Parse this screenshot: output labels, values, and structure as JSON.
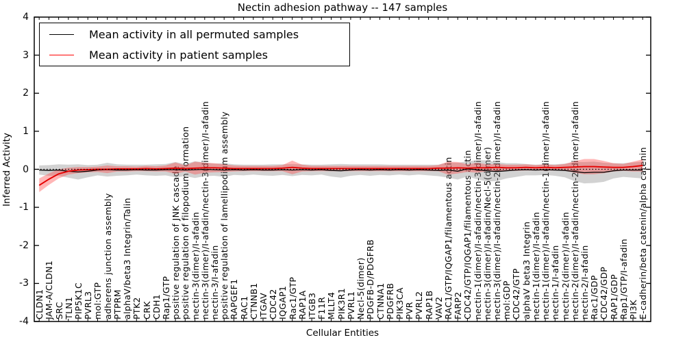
{
  "title": "Nectin adhesion pathway -- 147 samples",
  "axes": {
    "xlabel": "Cellular Entities",
    "ylabel": "Inferred Activity",
    "ytick_labels": [
      "4",
      "3",
      "2",
      "1",
      "0",
      "-1",
      "-2",
      "-3",
      "-4"
    ]
  },
  "legend": {
    "entries": [
      {
        "label": "Mean activity in all permuted samples",
        "color": "#000000"
      },
      {
        "label": "Mean activity in patient samples",
        "color": "#ff0000"
      }
    ]
  },
  "chart_data": {
    "type": "line",
    "title": "Nectin adhesion pathway -- 147 samples",
    "xlabel": "Cellular Entities",
    "ylabel": "Inferred Activity",
    "ylim": [
      -4,
      4
    ],
    "yticks": [
      4,
      3,
      2,
      1,
      0,
      -1,
      -2,
      -3,
      -4
    ],
    "grid": false,
    "legend_position": "upper left",
    "zero_line": {
      "style": "dotted",
      "color": "#000000",
      "y": 0
    },
    "categories": [
      "CLDN1",
      "JAM-A/CLDN1",
      "SRC",
      "TLN1",
      "PIP5K1C",
      "PVRL3",
      "mol:GTP",
      "adherens junction assembly",
      "PTPRM",
      "alphaV/beta3 Integrin/Talin",
      "PTK2",
      "CRK",
      "CDH1",
      "Rap1/GTP",
      "positive regulation of JNK cascade",
      "positive regulation of filopodium formation",
      "nectin-3(dimer)/I-afadin",
      "nectin-3(dimer)/I-afadin/nectin-3(dimer)/I-afadin",
      "nectin-3/I-afadin",
      "positive regulation of lamellipodium assembly",
      "RAPGEF1",
      "RAC1",
      "CTNNB1",
      "ITGAV",
      "CDC42",
      "IQGAP1",
      "Rac1/GTP",
      "RAP1A",
      "ITGB3",
      "F11R",
      "MLLT4",
      "PIK3R1",
      "PVRL1",
      "Necl-5(dimer)",
      "PDGFB-D/PDGFRB",
      "CTNNA1",
      "PDGFRB",
      "PIK3CA",
      "PVR",
      "PVRL2",
      "RAP1B",
      "VAV2",
      "RAC1/GTP/IQGAP1/filamentous actin",
      "FARP2",
      "CDC42/GTP/IQGAP1/filamentous actin",
      "nectin-1(dimer)/I-afadin/nectin-3(dimer)/I-afadin",
      "nectin-3(dimer)/I-afadin/Necl-5(dimer)",
      "nectin-3(dimer)/I-afadin/nectin-2(dimer)/I-afadin",
      "mol:GDP",
      "CDC42/GTP",
      "alphaV beta3 Integrin",
      "nectin-1(dimer)/I-afadin",
      "nectin-1(dimer)/I-afadin/nectin-1(dimer)/I-afadin",
      "nectin-1/I-afadin",
      "nectin-2(dimer)/I-afadin",
      "nectin-2(dimer)/I-afadin/nectin-2(dimer)/I-afadin",
      "nectin-2/I-afadin",
      "Rac1/GDP",
      "CDC42/GDP",
      "RAP1/GDP",
      "Rap1/GTP/I-afadin",
      "PI3K",
      "E-cadherin/beta catenin/alpha catenin"
    ],
    "series": [
      {
        "name": "Mean activity in all permuted samples",
        "color": "#000000",
        "band_color": "#888888",
        "values": [
          -0.02,
          -0.03,
          -0.02,
          -0.05,
          -0.07,
          -0.05,
          -0.02,
          -0.01,
          -0.02,
          -0.02,
          -0.01,
          -0.02,
          -0.02,
          -0.01,
          -0.01,
          -0.02,
          -0.01,
          0.0,
          -0.01,
          -0.02,
          -0.01,
          -0.02,
          -0.01,
          -0.02,
          -0.02,
          -0.01,
          -0.02,
          -0.01,
          -0.02,
          -0.01,
          -0.03,
          -0.04,
          -0.02,
          -0.01,
          -0.02,
          -0.01,
          -0.02,
          -0.01,
          -0.02,
          -0.01,
          -0.02,
          -0.03,
          -0.02,
          -0.05,
          0.01,
          -0.01,
          -0.04,
          -0.06,
          -0.04,
          -0.02,
          -0.01,
          -0.02,
          -0.01,
          -0.02,
          -0.03,
          -0.06,
          -0.09,
          -0.08,
          -0.08,
          -0.04,
          -0.02,
          -0.02,
          -0.02
        ],
        "band": [
          0.12,
          0.14,
          0.15,
          0.17,
          0.2,
          0.16,
          0.14,
          0.18,
          0.15,
          0.14,
          0.13,
          0.14,
          0.15,
          0.15,
          0.2,
          0.16,
          0.22,
          0.18,
          0.16,
          0.18,
          0.14,
          0.14,
          0.13,
          0.14,
          0.15,
          0.14,
          0.16,
          0.14,
          0.14,
          0.13,
          0.16,
          0.18,
          0.15,
          0.14,
          0.15,
          0.14,
          0.14,
          0.13,
          0.14,
          0.13,
          0.14,
          0.15,
          0.2,
          0.22,
          0.2,
          0.25,
          0.28,
          0.25,
          0.2,
          0.18,
          0.15,
          0.14,
          0.14,
          0.15,
          0.18,
          0.25,
          0.28,
          0.28,
          0.25,
          0.2,
          0.18,
          0.2,
          0.22
        ]
      },
      {
        "name": "Mean activity in patient samples",
        "color": "#e60000",
        "band_color": "#ff4040",
        "values": [
          -0.42,
          -0.26,
          -0.12,
          -0.05,
          -0.02,
          -0.01,
          0.0,
          0.0,
          0.01,
          0.01,
          0.01,
          0.02,
          0.01,
          0.02,
          0.03,
          0.02,
          0.03,
          0.04,
          0.04,
          0.03,
          0.02,
          0.02,
          0.02,
          0.02,
          0.02,
          0.03,
          0.05,
          0.03,
          0.02,
          0.02,
          0.02,
          0.02,
          0.02,
          0.02,
          0.02,
          0.02,
          0.02,
          0.02,
          0.02,
          0.02,
          0.02,
          0.03,
          0.03,
          0.04,
          0.03,
          0.04,
          0.04,
          0.05,
          0.04,
          0.04,
          0.05,
          0.04,
          0.05,
          0.04,
          0.05,
          0.06,
          0.07,
          0.07,
          0.06,
          0.05,
          0.05,
          0.07,
          0.1
        ],
        "band": [
          0.18,
          0.15,
          0.12,
          0.09,
          0.08,
          0.07,
          0.07,
          0.1,
          0.07,
          0.07,
          0.06,
          0.07,
          0.07,
          0.08,
          0.15,
          0.08,
          0.17,
          0.13,
          0.12,
          0.1,
          0.08,
          0.07,
          0.07,
          0.07,
          0.07,
          0.08,
          0.18,
          0.09,
          0.07,
          0.07,
          0.07,
          0.07,
          0.07,
          0.07,
          0.07,
          0.07,
          0.07,
          0.07,
          0.07,
          0.07,
          0.07,
          0.08,
          0.17,
          0.15,
          0.1,
          0.13,
          0.09,
          0.09,
          0.08,
          0.08,
          0.08,
          0.07,
          0.08,
          0.07,
          0.09,
          0.15,
          0.2,
          0.2,
          0.16,
          0.11,
          0.09,
          0.13,
          0.16
        ]
      }
    ]
  }
}
